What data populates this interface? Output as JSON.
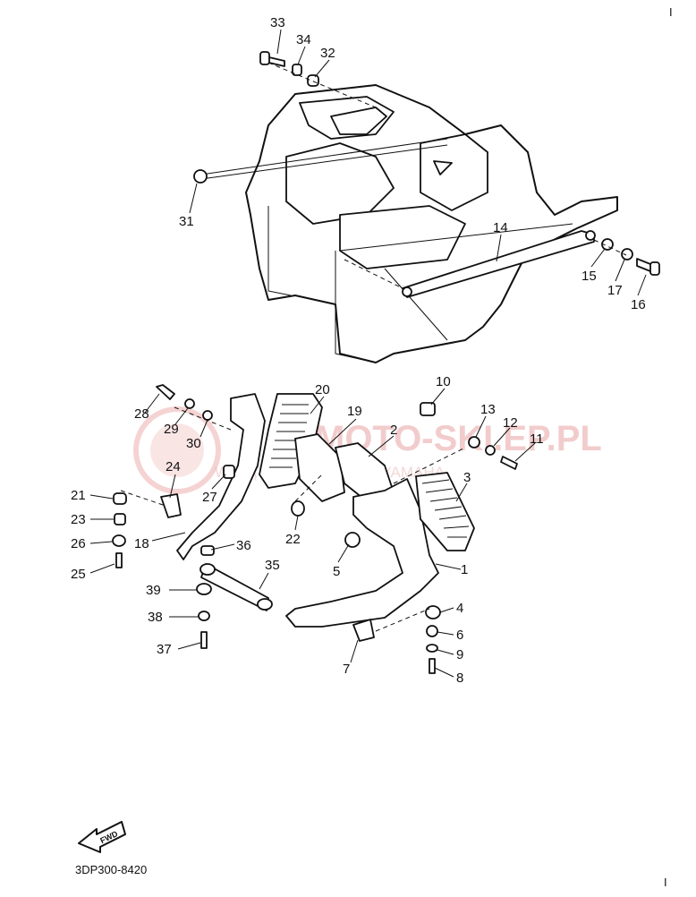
{
  "corner_mark_top": "I",
  "corner_mark_bottom": "I",
  "drawing_code": "3DP300-8420",
  "fwd_arrow_label": "FWD",
  "watermark": {
    "title": "MOTO-SKI.EP.PL",
    "subtitle": "WYJĄTKOWY DEALER YAMAHA"
  },
  "callouts": [
    "1",
    "2",
    "3",
    "4",
    "5",
    "6",
    "7",
    "8",
    "9",
    "10",
    "11",
    "12",
    "13",
    "14",
    "15",
    "16",
    "17",
    "18",
    "19",
    "20",
    "21",
    "22",
    "23",
    "24",
    "25",
    "26",
    "27",
    "28",
    "29",
    "30",
    "31",
    "32",
    "33",
    "34",
    "35",
    "36",
    "37",
    "38",
    "39"
  ],
  "colors": {
    "line": "#111111",
    "background": "#ffffff",
    "watermark": "#e9a3a3"
  }
}
